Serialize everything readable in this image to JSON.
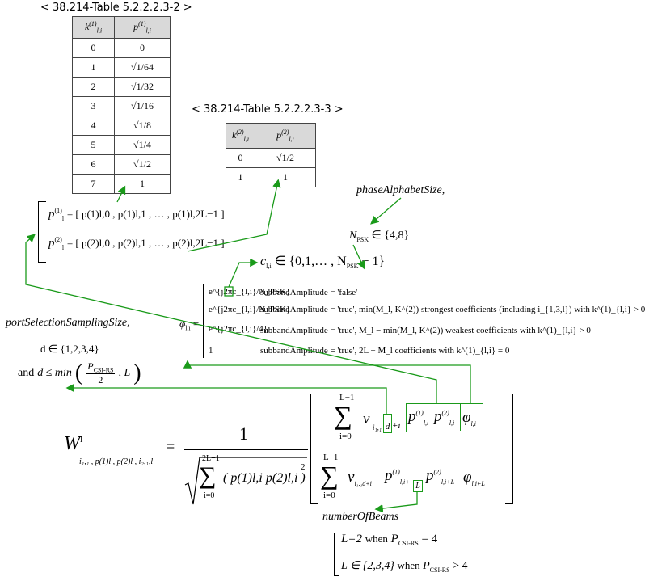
{
  "table2": {
    "caption": "< 38.214-Table 5.2.2.2.3-2 >",
    "col_k": "k",
    "col_k_sup": "(1)",
    "col_k_sub": "l,i",
    "col_p": "p",
    "col_p_sup": "(1)",
    "col_p_sub": "l,i",
    "rows": [
      {
        "k": "0",
        "p": "0"
      },
      {
        "k": "1",
        "p": "√1/64"
      },
      {
        "k": "2",
        "p": "√1/32"
      },
      {
        "k": "3",
        "p": "√1/16"
      },
      {
        "k": "4",
        "p": "√1/8"
      },
      {
        "k": "5",
        "p": "√1/4"
      },
      {
        "k": "6",
        "p": "√1/2"
      },
      {
        "k": "7",
        "p": "1"
      }
    ]
  },
  "table3": {
    "caption": "< 38.214-Table 5.2.2.2.3-3 >",
    "col_k": "k",
    "col_k_sup": "(2)",
    "col_k_sub": "l,i",
    "col_p": "p",
    "col_p_sup": "(2)",
    "col_p_sub": "l,i",
    "rows": [
      {
        "k": "0",
        "p": "√1/2"
      },
      {
        "k": "1",
        "p": "1"
      }
    ]
  },
  "pvec": {
    "p1_lhs": "p",
    "p1_sup": "(1)",
    "p1_sub": "l",
    "p1_rhs": "= [ p(1)l,0 , p(1)l,1 , … , p(1)l,2L−1 ]",
    "p2_lhs": "p",
    "p2_sup": "(2)",
    "p2_sub": "l",
    "p2_rhs": "= [ p(2)l,0 , p(2)l,1 , … , p(2)l,2L−1 ]"
  },
  "phase": {
    "label": "phaseAlphabetSize,",
    "npsk": "N",
    "npsk_sub": "PSK",
    "npsk_set": "∈ {4,8}",
    "c_def": "c",
    "c_sub": "l,i",
    "c_set": "∈ {0,1,… , N",
    "c_set_tail": "− 1}"
  },
  "phi": {
    "lhs": "φ",
    "lhs_sub": "l,i",
    "eq": "=",
    "cases": [
      {
        "expr": "e^{j2πc_{l,i}/N_PSK}",
        "cond": "subbandAmplitude = 'false'"
      },
      {
        "expr": "e^{j2πc_{l,i}/N_PSK}",
        "cond": "subbandAmplitude = 'true', min(M_l, K^(2)) strongest coefficients (including i_{1,3,l}) with k^(1)_{l,i} > 0"
      },
      {
        "expr": "e^{j2πc_{l,i}/4}",
        "cond": "subbandAmplitude = 'true', M_l − min(M_l, K^(2)) weakest coefficients with k^(1)_{l,i} > 0"
      },
      {
        "expr": "1",
        "cond": "subbandAmplitude = 'true', 2L − M_l coefficients with k^(1)_{l,i} = 0"
      }
    ]
  },
  "port": {
    "label": "portSelectionSamplingSize,",
    "d_set": "d ∈ {1,2,3,4}",
    "and": "and",
    "d_le": "d ≤ min",
    "num": "P",
    "num_sub": "CSI-RS",
    "den": "2",
    "tail": ", L"
  },
  "W": {
    "lhs": "W",
    "lhs_sup": "l",
    "lhs_sub": "i₁,₁ , p(1)l , p(2)l , i₂,₁,l",
    "eq": "=",
    "num": "1",
    "sum_top": "2L−1",
    "sum_bot": "i=0",
    "den_body": "( p(1)l,i p(2)l,i )",
    "den_pow": "2",
    "r1_sum_top": "L−1",
    "r1_sum_bot": "i=0",
    "r1_v": "v",
    "r1_v_sub_a": "i₁,₁",
    "r1_v_sub_d": "d",
    "r1_v_sub_c": "+i",
    "r1_p1": "p",
    "r1_p1_sup": "(1)",
    "r1_p1_sub": "l,i",
    "r1_p2": "p",
    "r1_p2_sup": "(2)",
    "r1_p2_sub": "l,i",
    "r1_phi": "φ",
    "r1_phi_sub": "l,i",
    "r2_sum_top": "L−1",
    "r2_sum_bot": "i=0",
    "r2_v": "v",
    "r2_v_sub": "i₁,₁d+i",
    "r2_p1": "p",
    "r2_p1_sup": "(1)",
    "r2_p1_sub_a": "l,i+",
    "r2_p1_sub_L": "L",
    "r2_p2": "p",
    "r2_p2_sup": "(2)",
    "r2_p2_sub": "l,i+L",
    "r2_phi": "φ",
    "r2_phi_sub": "l,i+L"
  },
  "beams": {
    "label": "numberOfBeams",
    "c1_lhs": "L=2",
    "c1_when": "when",
    "c1_p": "P",
    "c1_p_sub": "CSI-RS",
    "c1_rhs": "= 4",
    "c2_lhs": "L ∈ {2,3,4}",
    "c2_when": "when",
    "c2_p": "P",
    "c2_p_sub": "CSI-RS",
    "c2_rhs": "> 4"
  },
  "colors": {
    "arrow": "#1a9a1a",
    "header_bg": "#d9d9d9"
  }
}
